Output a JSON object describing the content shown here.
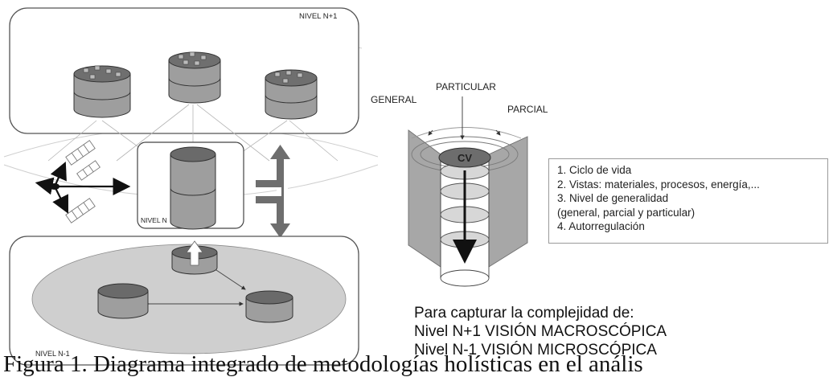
{
  "labels": {
    "nivel_n1_top": "NIVEL N+1",
    "nivel_n": "NIVEL N",
    "nivel_n1_bottom": "NIVEL N-1",
    "general": "GENERAL",
    "particular": "PARTICULAR",
    "parcial": "PARCIAL",
    "cv": "CV"
  },
  "list": {
    "items": [
      "1. Ciclo de vida",
      "2. Vistas: materiales, procesos, energía,...",
      "3. Nivel de generalidad",
      "(general, parcial y particular)",
      "4. Autorregulación"
    ]
  },
  "complexity": {
    "line1": "Para capturar la complejidad de:",
    "line2": "Nivel N+1 VISIÓN MACROSCÓPICA",
    "line3": "Nivel N-1 VISIÓN MICROSCÓPICA"
  },
  "caption": "Figura 1. Diagrama integrado de metodologías holísticas en el anális"
}
